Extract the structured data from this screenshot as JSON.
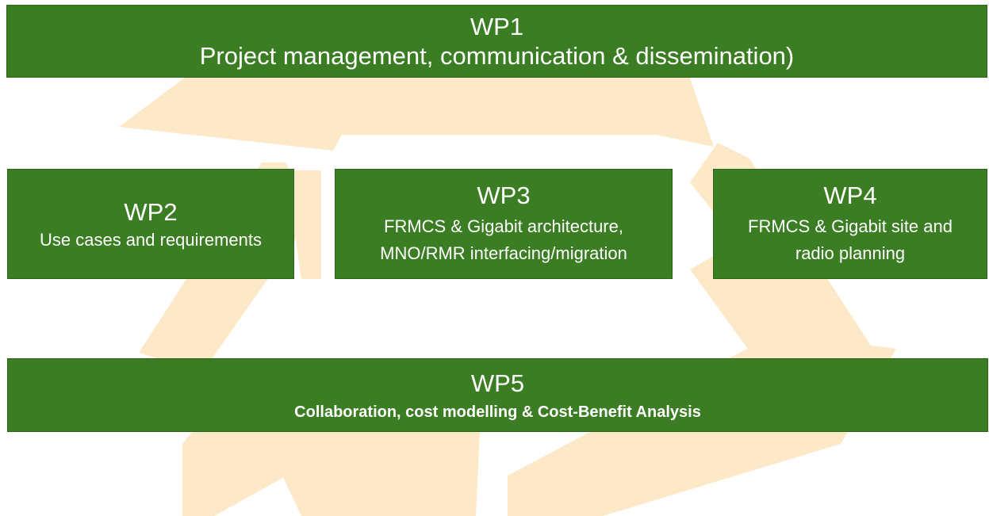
{
  "colors": {
    "box_fill": "#3b7d23",
    "box_text": "#ffffff",
    "background_arrows": "#fde9c7"
  },
  "background": {
    "icon": "recycle-arrows-icon"
  },
  "wp1": {
    "title": "WP1",
    "subtitle": "Project management, communication & dissemination)"
  },
  "wp2": {
    "title": "WP2",
    "subtitle": "Use cases and requirements"
  },
  "wp3": {
    "title": "WP3",
    "subtitle_line1": "FRMCS & Gigabit architecture,",
    "subtitle_line2": "MNO/RMR interfacing/migration"
  },
  "wp4": {
    "title": "WP4",
    "subtitle": "FRMCS & Gigabit site and radio planning"
  },
  "wp5": {
    "title": "WP5",
    "subtitle": "Collaboration, cost modelling & Cost-Benefit Analysis"
  }
}
